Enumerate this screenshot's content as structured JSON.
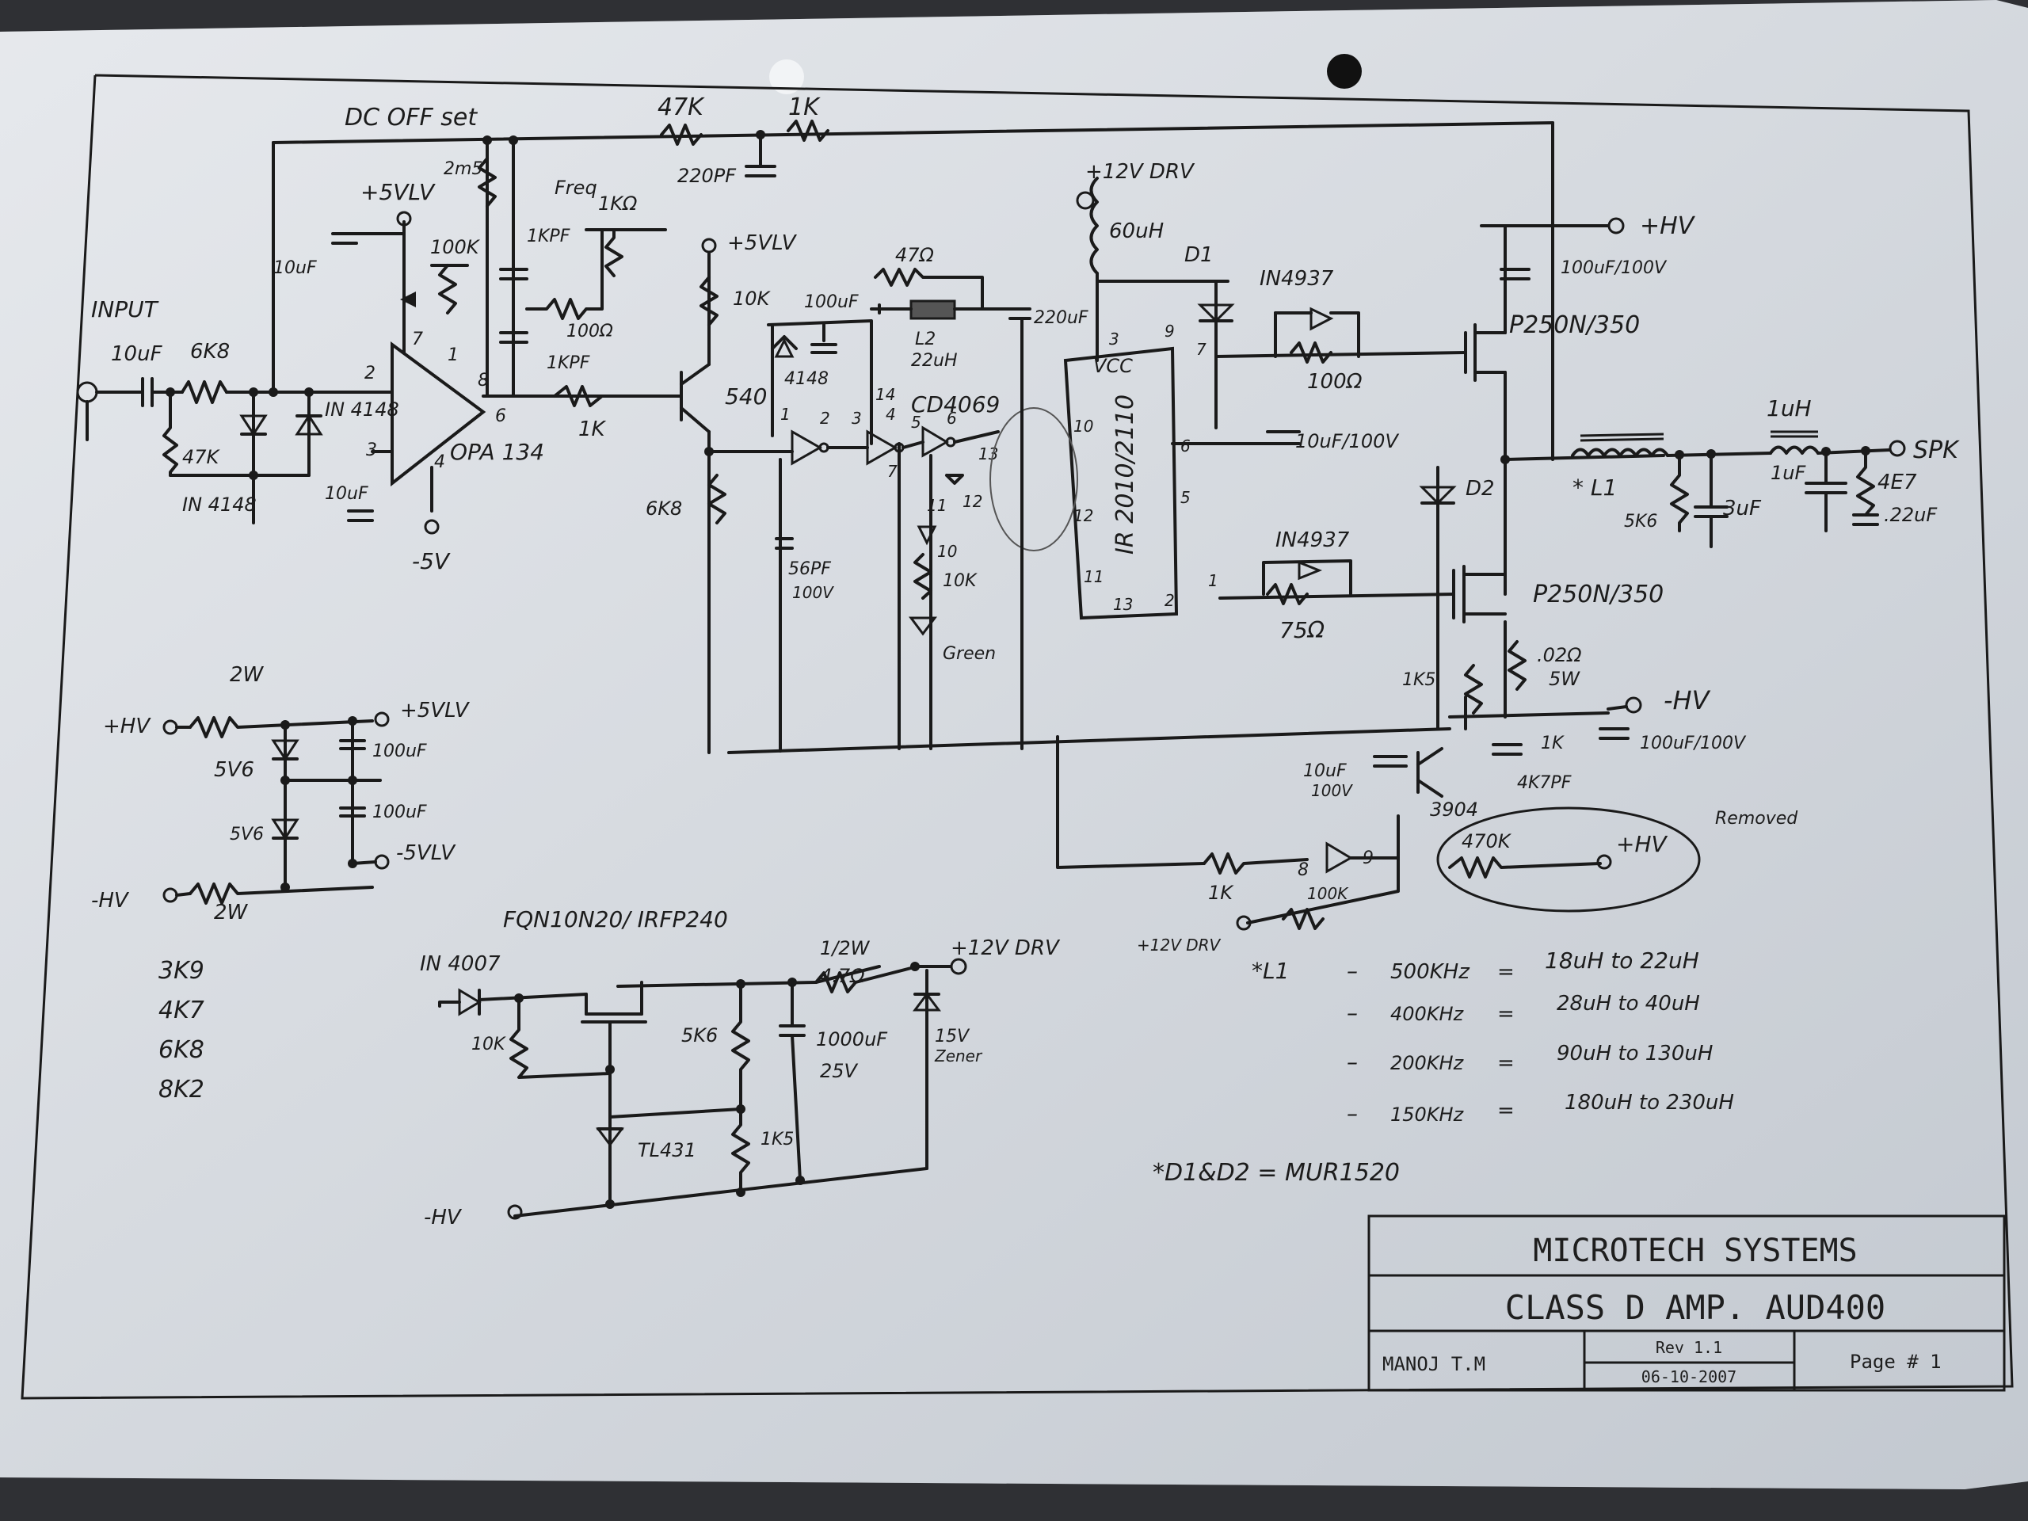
{
  "title_block": {
    "company": "MICROTECH SYSTEMS",
    "title": "CLASS D AMP. AUD400",
    "author": "MANOJ T.M",
    "rev": "Rev 1.1",
    "date": "06-10-2007",
    "page": "Page # 1"
  },
  "input": {
    "label": "INPUT",
    "cap": "10uF",
    "res": "6K8",
    "res2": "47K",
    "diode": "IN 4148",
    "diode2": "IN 4148"
  },
  "dc_offset": {
    "label": "DC OFF set",
    "pot": "2m5",
    "fb_res1": "47K",
    "fb_res2": "1K",
    "fb_cap": "220PF"
  },
  "opamp": {
    "name": "OPA 134",
    "vplus": "+5VLV",
    "vminus": "-5V",
    "cap_top": "10uF",
    "cap_bot": "10uF",
    "pot": "100K",
    "pin2": "2",
    "pin3": "3",
    "pin4": "4",
    "pin6": "6",
    "pin7": "7",
    "pin1": "1",
    "pin8": "8"
  },
  "freq": {
    "label": "Freq",
    "pot": "1KΩ",
    "cap1": "1KPF",
    "cap2": "1KPF",
    "res": "100Ω",
    "out_res": "1K"
  },
  "transistor": {
    "name": "540",
    "vcc": "+5VLV",
    "r_top": "10K",
    "r_bot": "6K8"
  },
  "logic": {
    "ic": "CD4069",
    "diode": "4148",
    "cap": "100uF",
    "cap2": "56PF",
    "cap2_v": "100V",
    "res": "47Ω",
    "inductor": "L2",
    "inductor_val": "22uH",
    "led_res": "10K",
    "led": "Green",
    "pins": [
      "1",
      "2",
      "3",
      "4",
      "5",
      "6",
      "7",
      "11",
      "10",
      "13",
      "12",
      "14"
    ]
  },
  "driver": {
    "ic": "IR 2010/2110",
    "vcc": "VCC",
    "supply": "+12V DRV",
    "inductor": "60uH",
    "cap": "220uF",
    "cap_boot": "10uF/100V",
    "pins": [
      "3",
      "9",
      "7",
      "6",
      "5",
      "10",
      "12",
      "11",
      "13",
      "2",
      "1"
    ]
  },
  "output_stage": {
    "d1": "D1",
    "d2": "D2",
    "fast_diode1": "IN4937",
    "fast_diode2": "IN4937",
    "gate_res1": "100Ω",
    "gate_res2": "75Ω",
    "mosfet1": "P250N/350",
    "mosfet2": "P250N/350",
    "hv_plus": "+HV",
    "hv_minus": "-HV",
    "hv_cap1": "100uF/100V",
    "hv_cap2": "100uF/100V",
    "sense_res": ".02Ω",
    "sense_w": "5W",
    "res_1k5": "1K5",
    "res_1k": "1K",
    "cap_4k7": "4K7PF",
    "cap_10u": "10uF",
    "cap_10u_v": "100V",
    "trans": "3904",
    "res_bottom": "1K",
    "res_100k": "100K",
    "supply": "+12V DRV",
    "removed_res": "470K",
    "removed_hv": "+HV",
    "removed_note": "Removed",
    "pin8": "8",
    "pin9": "9"
  },
  "filter": {
    "l1": "* L1",
    "res": "5K6",
    "cap": "3uF",
    "inductor2": "1uH",
    "cap2": "1uF",
    "res2": "4E7",
    "cap3": ".22uF",
    "out": "SPK"
  },
  "lv_supply": {
    "res_w": "2W",
    "res_w2": "2W",
    "hv_plus": "+HV",
    "hv_minus": "-HV",
    "out_plus": "+5VLV",
    "out_minus": "-5VLV",
    "zener1": "5V6",
    "zener2": "5V6",
    "cap1": "100uF",
    "cap2": "100uF"
  },
  "resistor_list": [
    "3K9",
    "4K7",
    "6K8",
    "8K2"
  ],
  "drv_supply": {
    "diode": "IN 4007",
    "mosfet": "FQN10N20/ IRFP240",
    "res_10k": "10K",
    "res_5k6": "5K6",
    "res_1k5": "1K5",
    "ref": "TL431",
    "res_w": "1/2W",
    "res": "4.7Ω",
    "cap": "1000uF",
    "cap_v": "25V",
    "zener": "15V",
    "zener_label": "Zener",
    "out": "+12V DRV",
    "in": "-HV"
  },
  "notes": {
    "l1_rows": [
      {
        "marker": "*L1",
        "freq": "500KHz",
        "val": "18uH to 22uH"
      },
      {
        "marker": "",
        "freq": "400KHz",
        "val": "28uH to 40uH"
      },
      {
        "marker": "",
        "freq": "200KHz",
        "val": "90uH to 130uH"
      },
      {
        "marker": "",
        "freq": "150KHz",
        "val": "180uH to 230uH"
      }
    ],
    "diodes": "*D1&D2 = MUR1520"
  }
}
